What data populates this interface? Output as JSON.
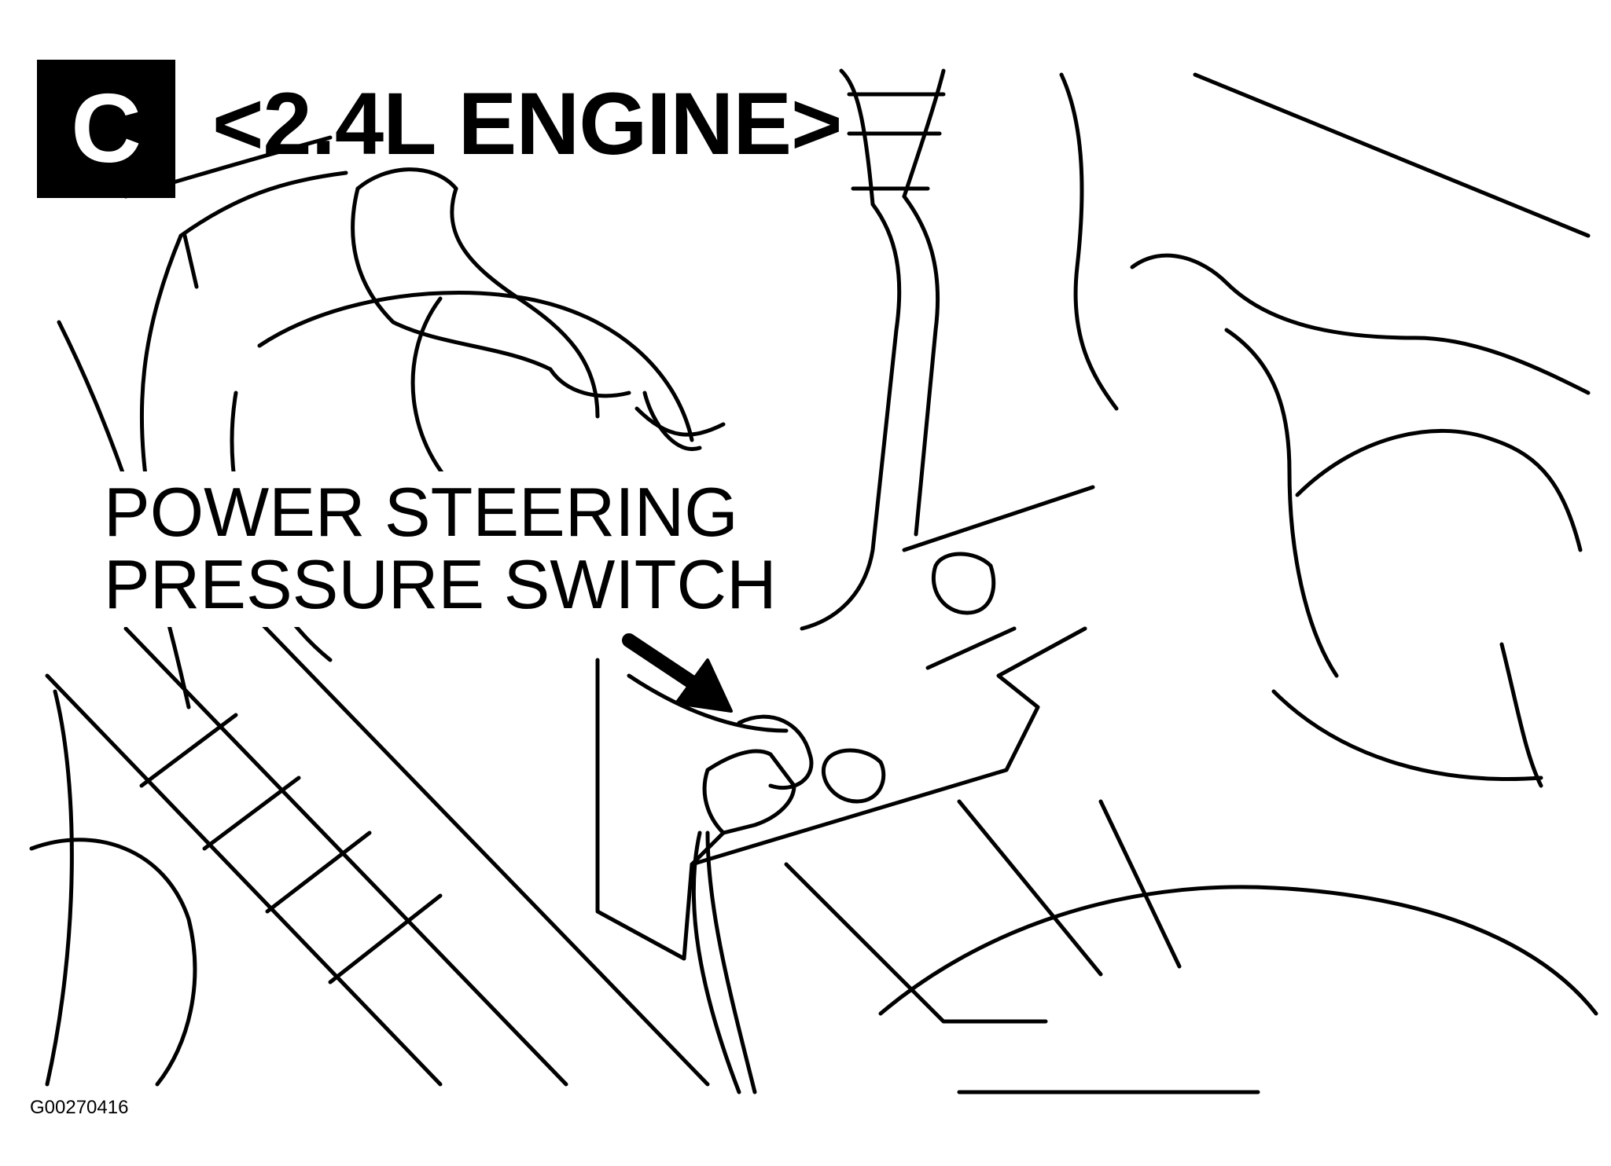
{
  "diagram": {
    "section_letter": "C",
    "title": "<2.4L ENGINE>",
    "callout": {
      "line1": "POWER STEERING",
      "line2": "PRESSURE SWITCH"
    },
    "figure_id": "G00270416",
    "colors": {
      "ink": "#000000",
      "paper": "#ffffff"
    }
  }
}
